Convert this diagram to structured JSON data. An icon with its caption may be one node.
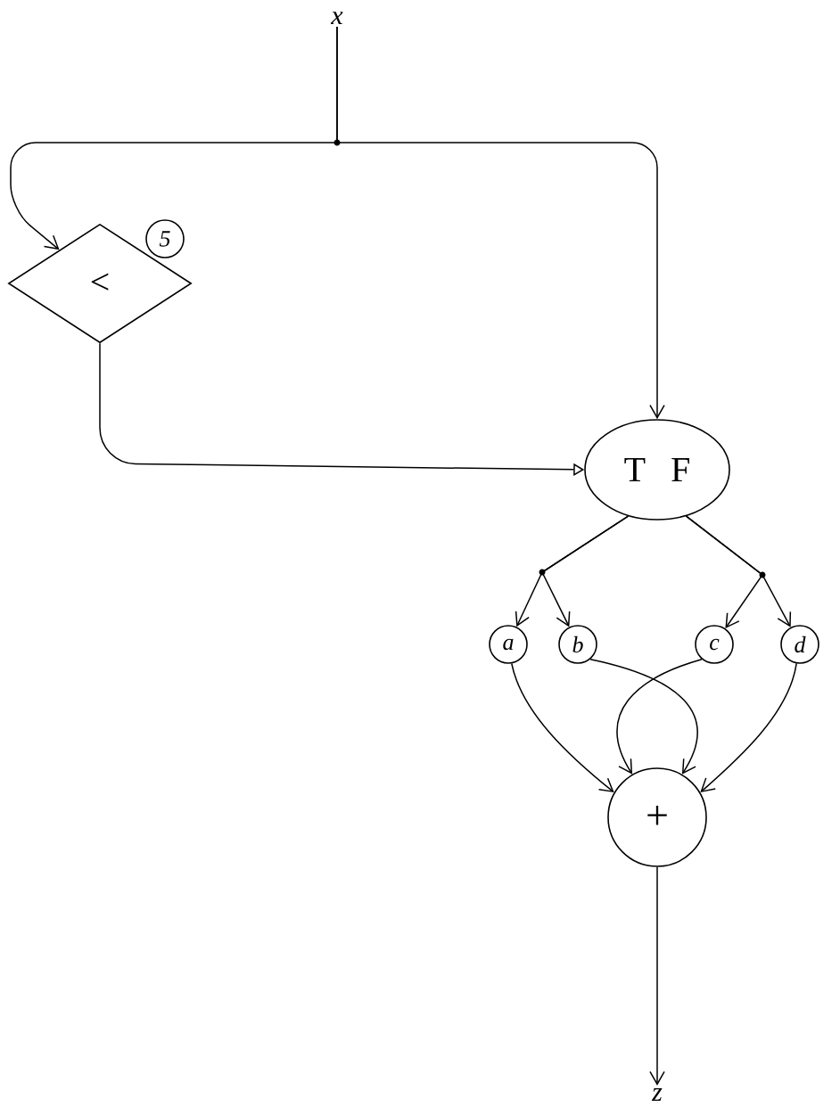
{
  "diagram": {
    "nodes": [
      {
        "text": [
          "x"
        ]
      },
      {
        "text": [
          "<"
        ]
      },
      {
        "text": [
          "5"
        ]
      },
      {
        "text": [
          "T",
          "F"
        ]
      },
      {
        "text": [
          "a"
        ]
      },
      {
        "text": [
          "b"
        ]
      },
      {
        "text": [
          "c"
        ]
      },
      {
        "text": [
          "d"
        ]
      },
      {
        "text": [
          "+"
        ]
      },
      {
        "text": [
          "z"
        ]
      }
    ],
    "edges": [
      {
        "from": 0,
        "to": 1,
        "arrow": "to"
      },
      {
        "from": 0,
        "to": 3,
        "arrow": "to"
      },
      {
        "from": 1,
        "to": 3,
        "arrow": "to"
      },
      {
        "from": 3,
        "to": 4,
        "arrow": "to"
      },
      {
        "from": 3,
        "to": 5,
        "arrow": "to"
      },
      {
        "from": 3,
        "to": 6,
        "arrow": "to"
      },
      {
        "from": 3,
        "to": 7,
        "arrow": "to"
      },
      {
        "from": 4,
        "to": 8,
        "arrow": "to"
      },
      {
        "from": 5,
        "to": 8,
        "arrow": "to"
      },
      {
        "from": 6,
        "to": 8,
        "arrow": "to"
      },
      {
        "from": 7,
        "to": 8,
        "arrow": "to"
      },
      {
        "from": 8,
        "to": 9,
        "arrow": "to"
      }
    ]
  }
}
